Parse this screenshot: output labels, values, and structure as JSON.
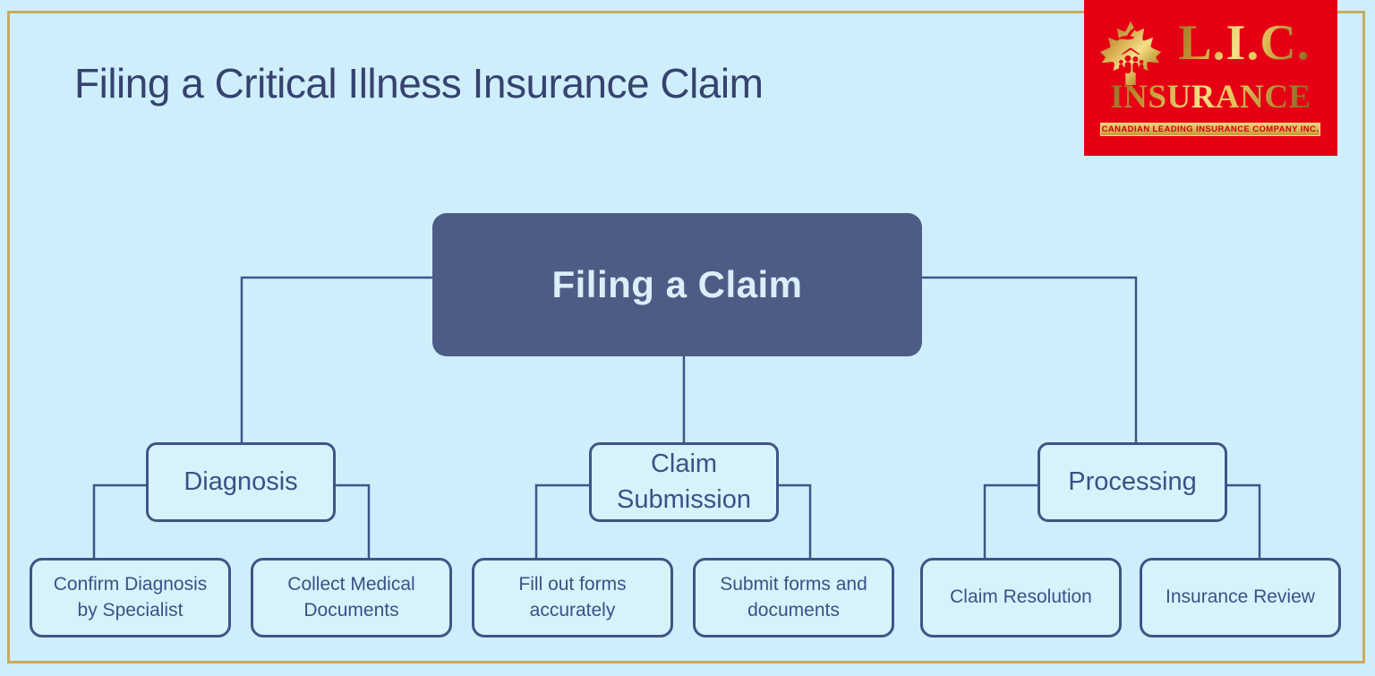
{
  "title": "Filing a Critical Illness Insurance Claim",
  "diagram": {
    "root": {
      "label": "Filing a Claim"
    },
    "branches": [
      {
        "label": "Diagnosis",
        "children": [
          {
            "label": "Confirm Diagnosis by Specialist"
          },
          {
            "label": "Collect Medical Documents"
          }
        ]
      },
      {
        "label": "Claim Submission",
        "children": [
          {
            "label": "Fill out forms accurately"
          },
          {
            "label": "Submit forms and documents"
          }
        ]
      },
      {
        "label": "Processing",
        "children": [
          {
            "label": "Claim Resolution"
          },
          {
            "label": "Insurance Review"
          }
        ]
      }
    ]
  },
  "logo": {
    "acronym": "L.I.C.",
    "name": "INSURANCE",
    "tagline": "CANADIAN LEADING INSURANCE COMPANY INC."
  },
  "colors": {
    "background": "#cfeefb",
    "frame_border": "#c9aa62",
    "connector": "#3e5587",
    "node_border": "#3e5587",
    "node_fill": "#d8f2fc",
    "node_text": "#3b5187",
    "root_fill": "#4d5c85",
    "root_text": "#d9eff9",
    "title_text": "#36426f",
    "logo_red": "#e60014",
    "logo_gold": "#dcb659"
  }
}
